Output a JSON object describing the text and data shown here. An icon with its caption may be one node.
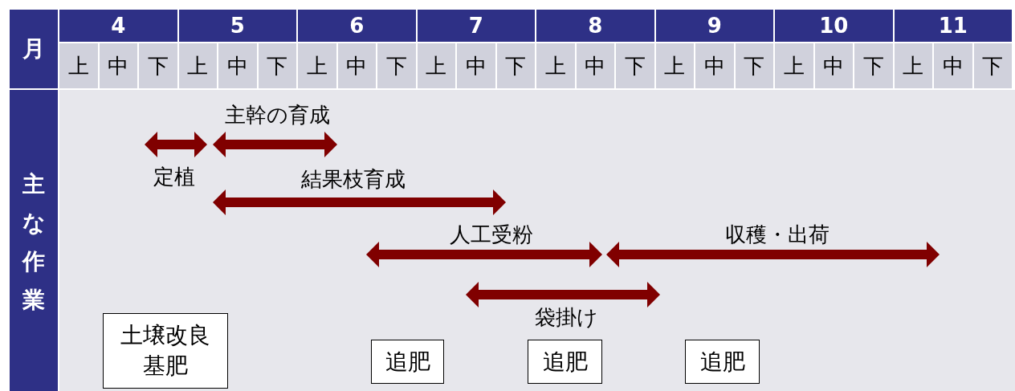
{
  "diagram": {
    "nodes": [
      {
        "text": [
          "土壌改良",
          "基肥"
        ]
      },
      {
        "text": [
          "追肥"
        ]
      },
      {
        "text": [
          "追肥"
        ]
      },
      {
        "text": [
          "追肥"
        ]
      }
    ],
    "edges": [],
    "labels": [
      "月",
      "4",
      "5",
      "6",
      "7",
      "8",
      "9",
      "10",
      "11",
      "上",
      "中",
      "下",
      "上",
      "中",
      "下",
      "上",
      "中",
      "下",
      "上",
      "中",
      "下",
      "上",
      "中",
      "下",
      "上",
      "中",
      "下",
      "上",
      "中",
      "下",
      "上",
      "中",
      "下",
      "主な作業",
      "主幹の育成",
      "定植",
      "結果枝育成",
      "人工受粉",
      "収穫・出荷",
      "袋掛け"
    ]
  }
}
